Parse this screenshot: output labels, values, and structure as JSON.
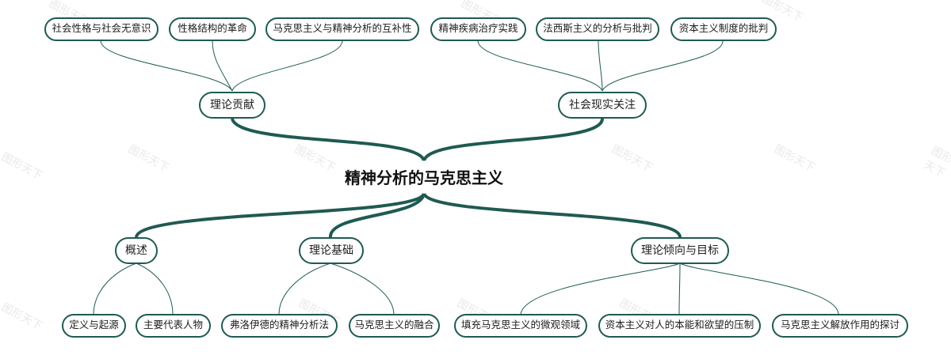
{
  "root": {
    "title": "精神分析的马克思主义"
  },
  "branches": {
    "contribution": {
      "label": "理论贡献",
      "children": [
        "社会性格与社会无意识",
        "性格结构的革命",
        "马克思主义与精神分析的互补性"
      ]
    },
    "social": {
      "label": "社会现实关注",
      "children": [
        "精神疾病治疗实践",
        "法西斯主义的分析与批判",
        "资本主义制度的批判"
      ]
    },
    "overview": {
      "label": "概述",
      "children": [
        "定义与起源",
        "主要代表人物"
      ]
    },
    "foundation": {
      "label": "理论基础",
      "children": [
        "弗洛伊德的精神分析法",
        "马克思主义的融合"
      ]
    },
    "goal": {
      "label": "理论倾向与目标",
      "children": [
        "填充马克思主义的微观领域",
        "资本主义对人的本能和欲望的压制",
        "马克思主义解放作用的探讨"
      ]
    }
  },
  "watermark": "图形天下",
  "colors": {
    "line": "#1f5a52",
    "border": "#1f5a52"
  }
}
